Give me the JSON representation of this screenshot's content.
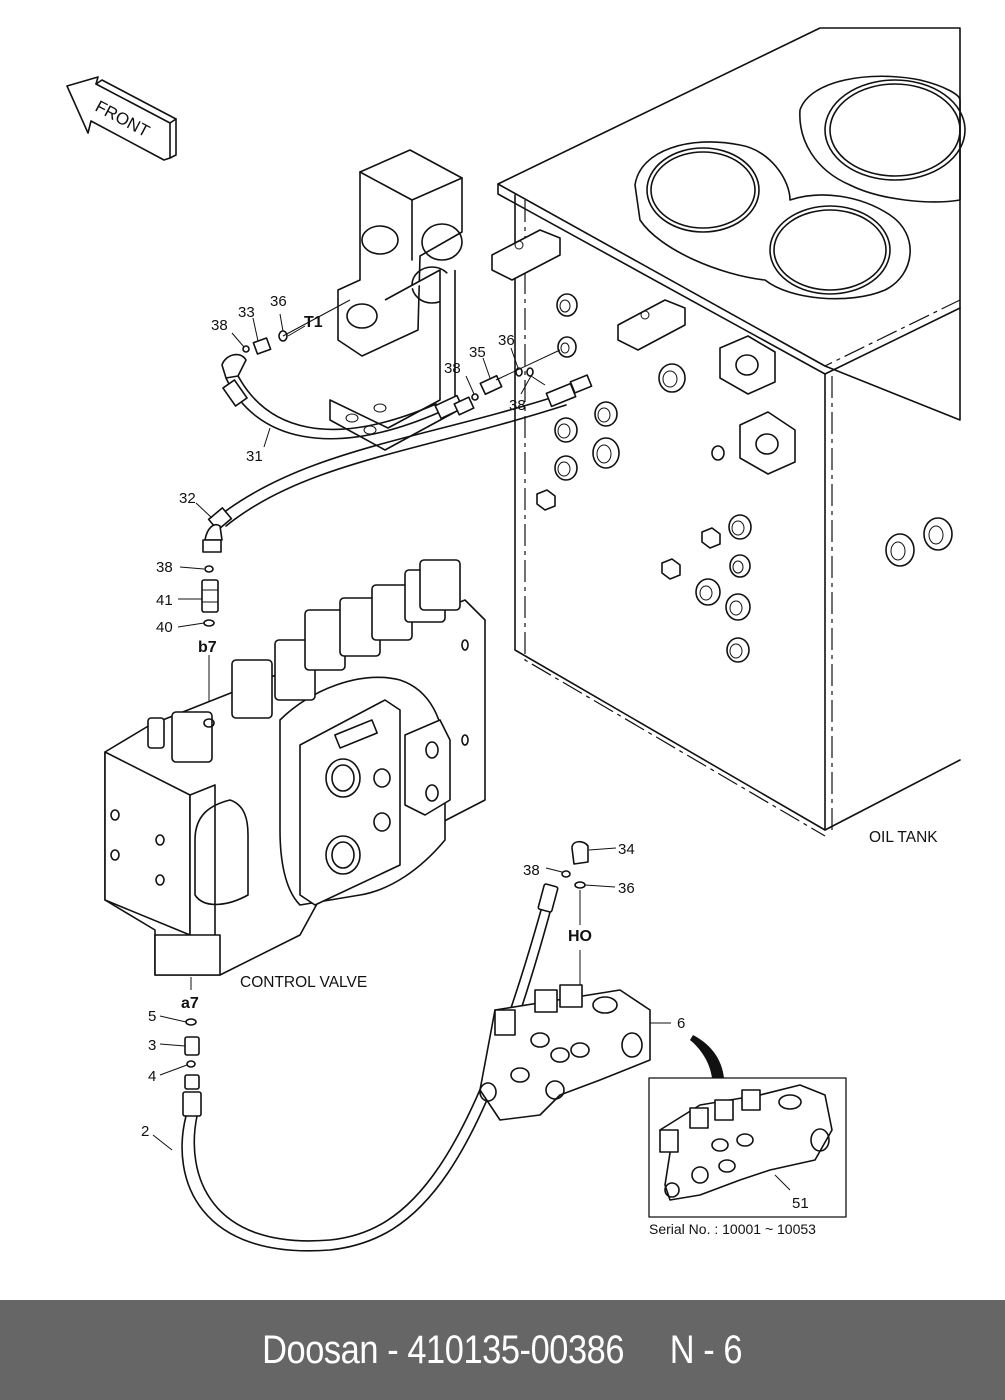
{
  "diagram": {
    "type": "exploded parts diagram",
    "orientation_label": "FRONT",
    "assemblies": {
      "oil_tank": "OIL TANK",
      "control_valve": "CONTROL VALVE"
    },
    "port_labels": {
      "t1": "T1",
      "b7": "b7",
      "a7": "a7",
      "ho": "HO"
    },
    "callouts": {
      "c38_top": "38",
      "c33": "33",
      "c36_top": "36",
      "c36_mid": "36",
      "c35": "35",
      "c38_mid1": "38",
      "c38_mid2": "38",
      "c31": "31",
      "c32": "32",
      "c38_b7": "38",
      "c41": "41",
      "c40": "40",
      "c34": "34",
      "c38_ho": "38",
      "c36_ho": "36",
      "c5": "5",
      "c3": "3",
      "c4": "4",
      "c2": "2",
      "c6": "6",
      "c51": "51"
    },
    "inset": {
      "serial_label": "Serial No. : 10001 ~ 10053"
    }
  },
  "footer": {
    "text": "Doosan - 410135-00386     N - 6",
    "background": "#666666",
    "text_color": "#ffffff"
  }
}
